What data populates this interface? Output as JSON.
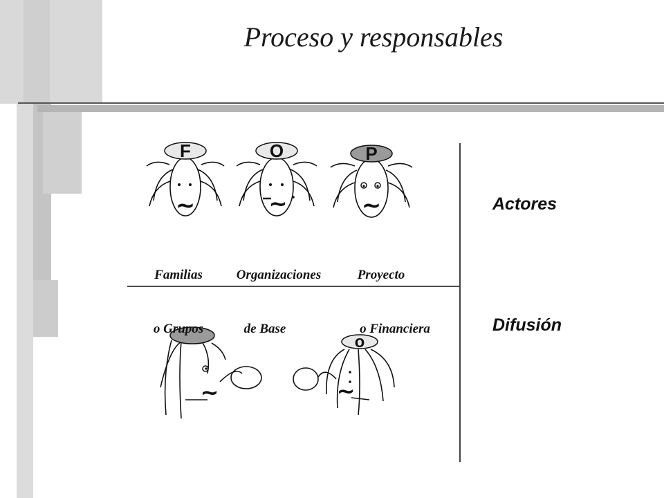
{
  "slide": {
    "title": "Proceso y responsables"
  },
  "actors": [
    {
      "letter": "F",
      "caption_line1": "Familias",
      "caption_line2": "o Grupos"
    },
    {
      "letter": "O",
      "caption_line1": "Organizaciones",
      "caption_line2": "de Base"
    },
    {
      "letter": "P",
      "caption_line1": "Proyecto",
      "caption_line2": "o Financiera"
    }
  ],
  "sections": {
    "actors_label": "Actores",
    "diffusion_label": "Difusión"
  },
  "diffusion": {
    "right_letter": "o"
  },
  "colors": {
    "deco_gray": "#d4d4d4",
    "deco_dark": "#b8b8b8",
    "hat_light": "#e8e8e8",
    "hat_dark": "#9a9a9a"
  }
}
